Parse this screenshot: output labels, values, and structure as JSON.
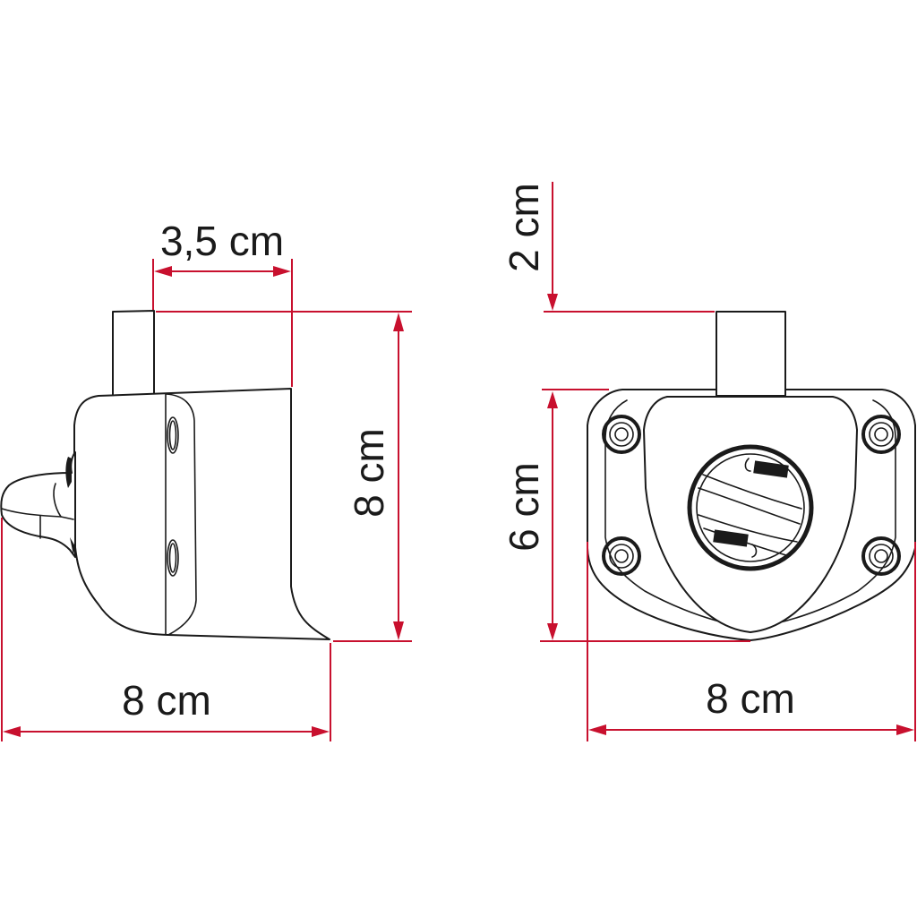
{
  "diagram": {
    "type": "technical-dimension-drawing",
    "accent_color": "#c8102e",
    "line_color": "#1a1a1a",
    "views": [
      {
        "name": "side-view",
        "dimensions": {
          "top_width": "3,5 cm",
          "height": "8 cm",
          "bottom_width": "8 cm"
        }
      },
      {
        "name": "front-view",
        "dimensions": {
          "top_post_height": "2 cm",
          "body_height": "6 cm",
          "bottom_width": "8 cm"
        }
      }
    ]
  }
}
